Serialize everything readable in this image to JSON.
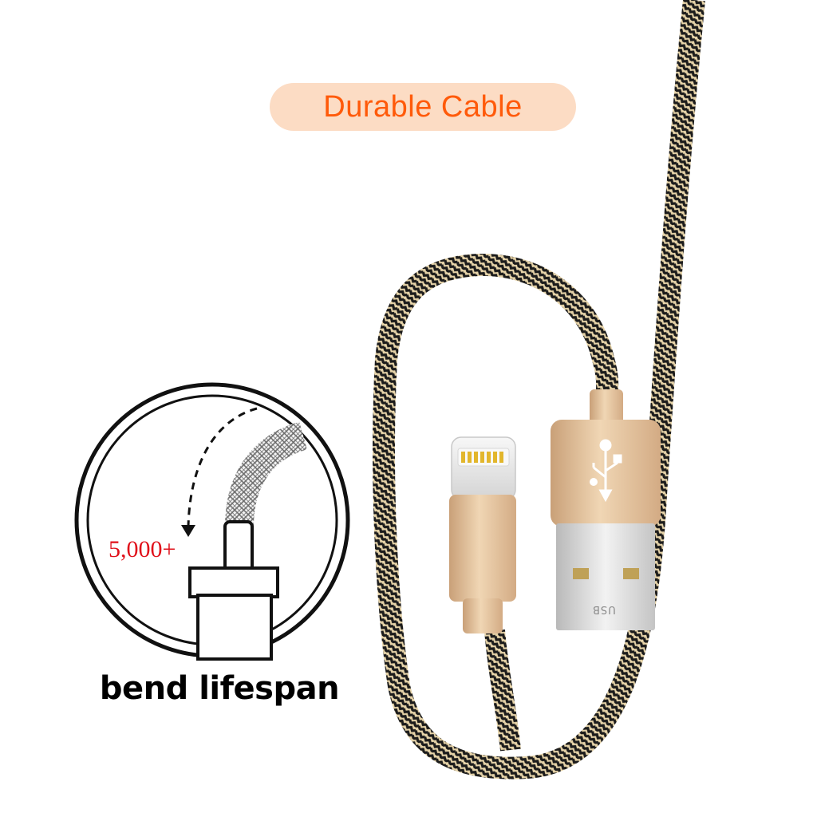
{
  "title": "Durable Cable",
  "bend_count": "5,000+",
  "caption": "bend lifespan",
  "usb_mark": "USB",
  "colors": {
    "title_text": "#ff5a0a",
    "title_pill": "#fcdcc4",
    "count_text": "#e0101a",
    "braid_dark": "#1c1c1c",
    "braid_light": "#e6d3a8",
    "connector_gold": "#ddb98c"
  },
  "icons": [
    "usb-trident-icon",
    "curved-arrow-icon"
  ]
}
